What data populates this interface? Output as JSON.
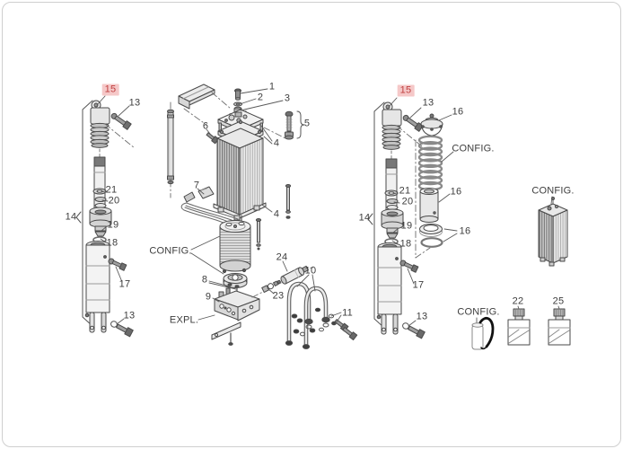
{
  "palette": {
    "label": "#3d3d3d",
    "line": "#4a4a4a",
    "highlight_bg": "#f5c8c8",
    "highlight_text": "#bf3f3f",
    "frame_border": "#cfcfcf"
  },
  "left_assembly": {
    "part15": "15",
    "part13_upper": "13",
    "part21": "21",
    "part20": "20",
    "part14": "14",
    "part19": "19",
    "part18": "18",
    "part17": "17",
    "part13_lower": "13"
  },
  "center_assembly": {
    "part1": "1",
    "part2": "2",
    "part3": "3",
    "part4_upper": "4",
    "part4_lower": "4",
    "part5": "5",
    "part6": "6",
    "part7": "7",
    "config": "CONFIG.",
    "part8": "8",
    "part9": "9",
    "expl": "EXPL.",
    "part24": "24",
    "part23": "23",
    "part10": "10",
    "part11": "11"
  },
  "right_assembly": {
    "part15": "15",
    "part13_upper": "13",
    "part16_top": "16",
    "config": "CONFIG.",
    "part21": "21",
    "part20": "20",
    "part14": "14",
    "part16_middle": "16",
    "part19": "19",
    "part16_lower": "16",
    "part18": "18",
    "part17": "17",
    "part13_lower": "13"
  },
  "spare_cartridge": {
    "config": "CONFIG."
  },
  "supplies": {
    "config": "CONFIG.",
    "part22": "22",
    "part25": "25"
  }
}
